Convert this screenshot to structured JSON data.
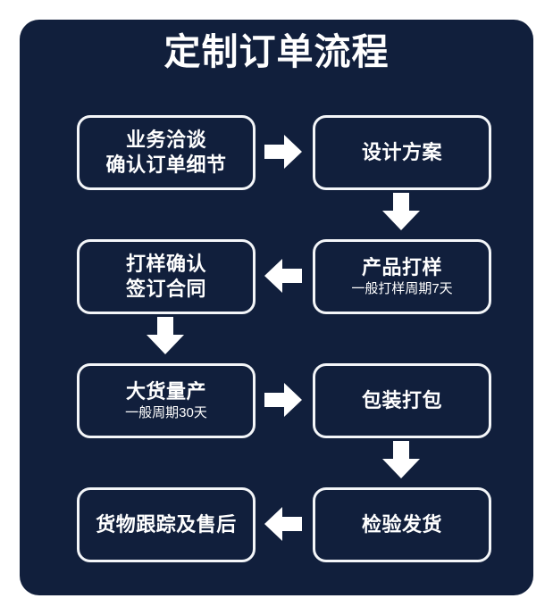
{
  "title": "定制订单流程",
  "colors": {
    "panel_background": "#111f3c",
    "page_background": "#ffffff",
    "box_border": "#f4f6f9",
    "text": "#ffffff",
    "arrow": "#ffffff"
  },
  "nodes": [
    {
      "id": "node-1",
      "step": 1,
      "column": "left",
      "row": 1,
      "title_line_1": "业务洽谈",
      "title_line_2": "确认订单细节",
      "subtitle": ""
    },
    {
      "id": "node-2",
      "step": 2,
      "column": "right",
      "row": 1,
      "title_line_1": "设计方案",
      "title_line_2": "",
      "subtitle": ""
    },
    {
      "id": "node-3",
      "step": 3,
      "column": "right",
      "row": 2,
      "title_line_1": "产品打样",
      "title_line_2": "",
      "subtitle": "一般打样周期7天"
    },
    {
      "id": "node-4",
      "step": 4,
      "column": "left",
      "row": 2,
      "title_line_1": "打样确认",
      "title_line_2": "签订合同",
      "subtitle": ""
    },
    {
      "id": "node-5",
      "step": 5,
      "column": "left",
      "row": 3,
      "title_line_1": "大货量产",
      "title_line_2": "",
      "subtitle": "一般周期30天"
    },
    {
      "id": "node-6",
      "step": 6,
      "column": "right",
      "row": 3,
      "title_line_1": "包装打包",
      "title_line_2": "",
      "subtitle": ""
    },
    {
      "id": "node-7",
      "step": 7,
      "column": "right",
      "row": 4,
      "title_line_1": "检验发货",
      "title_line_2": "",
      "subtitle": ""
    },
    {
      "id": "node-8",
      "step": 8,
      "column": "left",
      "row": 4,
      "title_line_1": "货物跟踪及售后",
      "title_line_2": "",
      "subtitle": ""
    }
  ],
  "arrows": [
    {
      "id": "arrow-1",
      "icon": "arrow-right-icon",
      "direction": "right",
      "from": "node-1",
      "to": "node-2"
    },
    {
      "id": "arrow-2",
      "icon": "arrow-down-icon",
      "direction": "down",
      "from": "node-2",
      "to": "node-3"
    },
    {
      "id": "arrow-3",
      "icon": "arrow-left-icon",
      "direction": "left",
      "from": "node-3",
      "to": "node-4"
    },
    {
      "id": "arrow-4",
      "icon": "arrow-down-icon",
      "direction": "down",
      "from": "node-4",
      "to": "node-5"
    },
    {
      "id": "arrow-5",
      "icon": "arrow-right-icon",
      "direction": "right",
      "from": "node-5",
      "to": "node-6"
    },
    {
      "id": "arrow-6",
      "icon": "arrow-down-icon",
      "direction": "down",
      "from": "node-6",
      "to": "node-7"
    },
    {
      "id": "arrow-7",
      "icon": "arrow-left-icon",
      "direction": "left",
      "from": "node-7",
      "to": "node-8"
    }
  ]
}
